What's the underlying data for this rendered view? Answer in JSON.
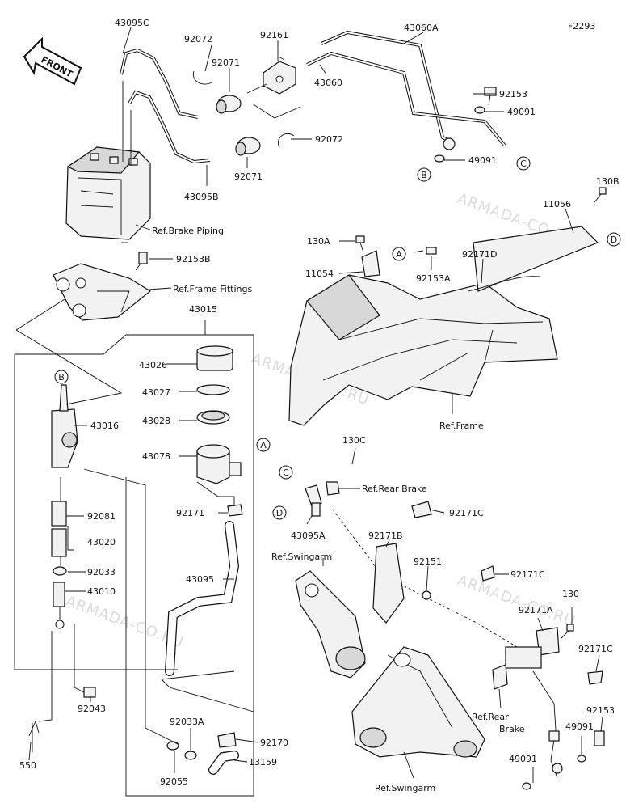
{
  "diagram_code": "F2293",
  "front_label": "FRONT",
  "watermark": "ARMADA-CO.RU",
  "part_labels": {
    "p43095c": "43095C",
    "p92072a": "92072",
    "p92071a": "92071",
    "p92161": "92161",
    "p43060a": "43060A",
    "p43060": "43060",
    "p92153a": "92153",
    "p49091a": "49091",
    "p49091b": "49091",
    "p92072b": "92072",
    "p92071b": "92071",
    "p43095b": "43095B",
    "p130b": "130B",
    "p11056": "11056",
    "p130a": "130A",
    "p11054": "11054",
    "p92171d": "92171D",
    "p92153a2": "92153A",
    "p92153b": "92153B",
    "p43015": "43015",
    "p43026": "43026",
    "p43027": "43027",
    "p43028": "43028",
    "p43078": "43078",
    "p92171": "92171",
    "p43095": "43095",
    "p43016": "43016",
    "p92081": "92081",
    "p43020": "43020",
    "p92033": "92033",
    "p43010": "43010",
    "p92043": "92043",
    "p550": "550",
    "p92033a": "92033A",
    "p92055": "92055",
    "p92170": "92170",
    "p13159": "13159",
    "p130c": "130C",
    "p43095a": "43095A",
    "p92171b": "92171B",
    "p92171c1": "92171C",
    "p92151": "92151",
    "p92171c2": "92171C",
    "p130": "130",
    "p92171a": "92171A",
    "p92171c3": "92171C",
    "p92153b2": "92153",
    "p49091c": "49091",
    "p49091d": "49091"
  },
  "ref_labels": {
    "brake_piping": "Ref.Brake Piping",
    "frame_fittings": "Ref.Frame Fittings",
    "frame": "Ref.Frame",
    "rear_brake_top": "Ref.Rear Brake",
    "swingarm_left": "Ref.Swingarm",
    "rear_brake_bottom_1": "Ref.Rear",
    "rear_brake_bottom_2": "Brake",
    "swingarm_bottom": "Ref.Swingarm"
  },
  "callouts": {
    "a1": "A",
    "a2": "A",
    "b1": "B",
    "b2": "B",
    "c1": "C",
    "c2": "C",
    "d1": "D",
    "d2": "D"
  }
}
